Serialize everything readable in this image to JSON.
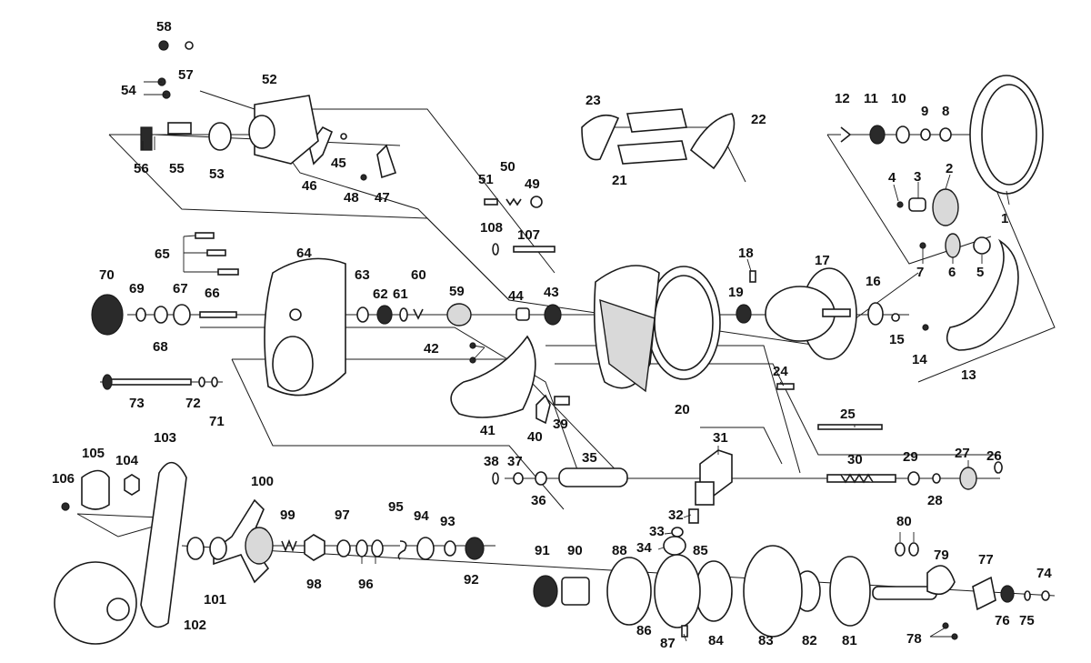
{
  "diagram": {
    "part_numbers": [
      "1",
      "2",
      "3",
      "4",
      "5",
      "6",
      "7",
      "8",
      "9",
      "10",
      "11",
      "12",
      "13",
      "14",
      "15",
      "16",
      "17",
      "18",
      "19",
      "20",
      "21",
      "22",
      "23",
      "24",
      "25",
      "26",
      "27",
      "28",
      "29",
      "30",
      "31",
      "32",
      "33",
      "34",
      "35",
      "36",
      "37",
      "38",
      "39",
      "40",
      "41",
      "42",
      "43",
      "44",
      "45",
      "46",
      "47",
      "48",
      "49",
      "50",
      "51",
      "52",
      "53",
      "54",
      "55",
      "56",
      "57",
      "58",
      "59",
      "60",
      "61",
      "62",
      "63",
      "64",
      "65",
      "66",
      "67",
      "68",
      "69",
      "70",
      "71",
      "72",
      "73",
      "74",
      "75",
      "76",
      "77",
      "78",
      "79",
      "80",
      "81",
      "82",
      "83",
      "84",
      "85",
      "86",
      "87",
      "88",
      "90",
      "91",
      "92",
      "93",
      "94",
      "95",
      "96",
      "97",
      "98",
      "99",
      "100",
      "101",
      "102",
      "103",
      "104",
      "105",
      "106",
      "107",
      "108"
    ]
  }
}
